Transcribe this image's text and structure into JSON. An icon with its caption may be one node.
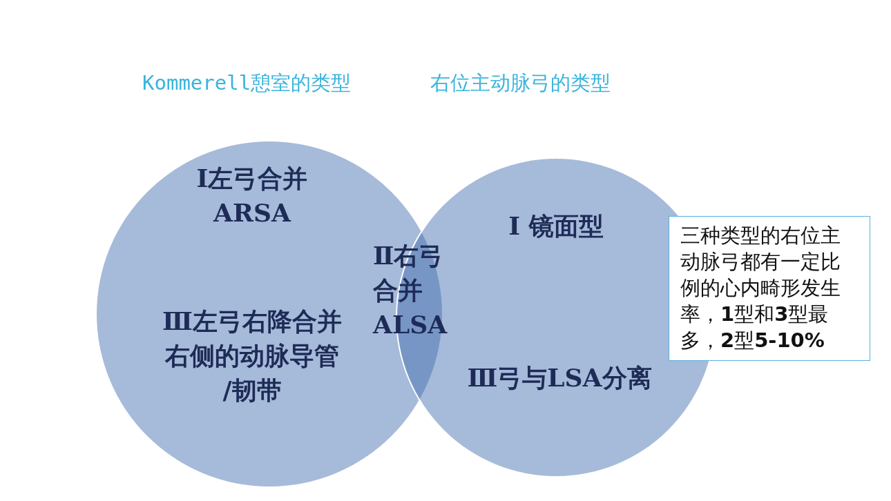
{
  "diagram": {
    "nodes": [
      {
        "text": [
          "Kommerell憩室的类型"
        ]
      },
      {
        "text": [
          "Ⅰ左弓合并 ARSA",
          "Ⅲ左弓右降合并右侧的动脉导管 /韧带"
        ]
      },
      {
        "text": [
          "右位主动脉弓的类型"
        ]
      },
      {
        "text": [
          "Ⅰ 镜面型",
          "Ⅲ弓与LSA分离"
        ]
      },
      {
        "text": [
          "Ⅱ右弓合并 ALSA"
        ]
      },
      {
        "text": [
          "三种类型的右位主动脉弓都有一定比例的心内畸形发生率，**1**型和**3**型最多，**2**型**5-10%**"
        ]
      }
    ]
  }
}
